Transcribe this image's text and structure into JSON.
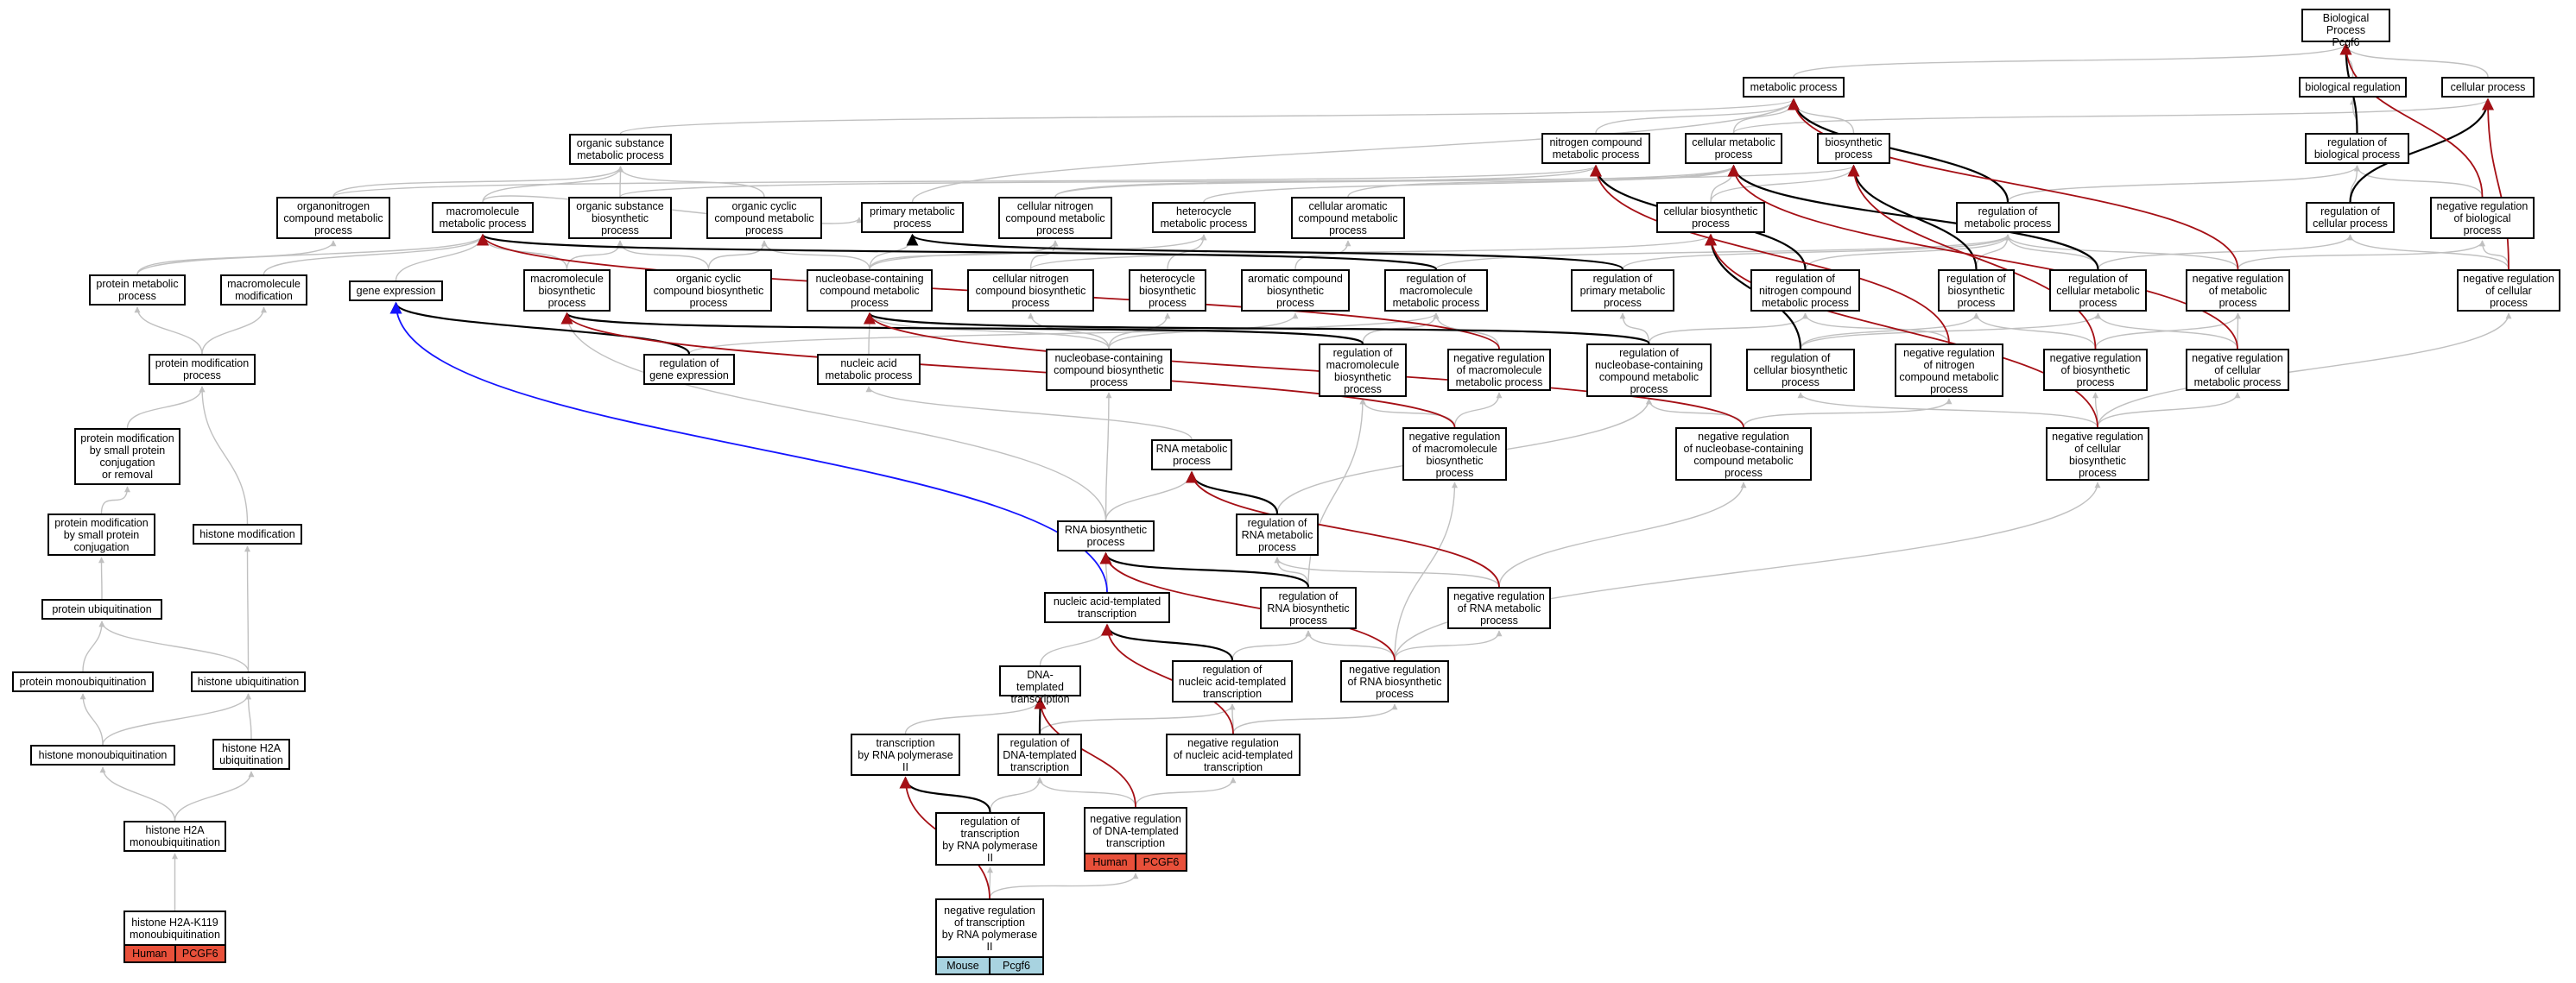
{
  "colors": {
    "gray": "#c0c0c0",
    "black": "#000000",
    "red": "#a50f15",
    "blue": "#1414ff",
    "human": "#e8503a",
    "mouse": "#a8d3e0"
  },
  "nodes": {
    "bp": "Biological Process\nPcgf6",
    "biological_regulation": "biological regulation",
    "cellular_process": "cellular process",
    "metabolic_process": "metabolic process",
    "reg_biological_process": "regulation of\nbiological process",
    "organic_substance_metabolic": "organic substance\nmetabolic process",
    "nitrogen_compound_metabolic": "nitrogen compound\nmetabolic process",
    "cellular_metabolic": "cellular metabolic\nprocess",
    "biosynthetic": "biosynthetic\nprocess",
    "organonitrogen": "organonitrogen\ncompound metabolic\nprocess",
    "macromolecule_metabolic": "macromolecule\nmetabolic process",
    "organic_substance_biosynthetic": "organic substance\nbiosynthetic\nprocess",
    "organic_cyclic_metabolic": "organic cyclic\ncompound metabolic\nprocess",
    "primary_metabolic": "primary metabolic\nprocess",
    "cellular_nitrogen_metabolic": "cellular nitrogen\ncompound metabolic\nprocess",
    "heterocycle_metabolic": "heterocycle\nmetabolic process",
    "cellular_aromatic_metabolic": "cellular aromatic\ncompound metabolic\nprocess",
    "cellular_biosynthetic": "cellular biosynthetic\nprocess",
    "reg_metabolic": "regulation of\nmetabolic process",
    "reg_cellular_process": "regulation of\ncellular process",
    "neg_reg_biological": "negative regulation\nof biological\nprocess",
    "protein_metabolic": "protein metabolic\nprocess",
    "macromolecule_modification": "macromolecule\nmodification",
    "gene_expression": "gene expression",
    "macromolecule_biosynthetic": "macromolecule\nbiosynthetic\nprocess",
    "organic_cyclic_biosynthetic": "organic cyclic\ncompound biosynthetic\nprocess",
    "nucleobase_metabolic": "nucleobase-containing\ncompound metabolic\nprocess",
    "cellular_nitrogen_biosynthetic": "cellular nitrogen\ncompound biosynthetic\nprocess",
    "heterocycle_biosynthetic": "heterocycle\nbiosynthetic\nprocess",
    "aromatic_biosynthetic": "aromatic compound\nbiosynthetic\nprocess",
    "reg_macromolecule_metabolic": "regulation of\nmacromolecule\nmetabolic process",
    "reg_primary_metabolic": "regulation of\nprimary metabolic\nprocess",
    "reg_nitrogen_metabolic": "regulation of\nnitrogen compound\nmetabolic process",
    "reg_biosynthetic": "regulation of\nbiosynthetic\nprocess",
    "reg_cellular_metabolic": "regulation of\ncellular metabolic\nprocess",
    "neg_reg_metabolic": "negative regulation\nof metabolic\nprocess",
    "neg_reg_cellular": "negative regulation\nof cellular\nprocess",
    "protein_modification": "protein modification\nprocess",
    "reg_gene_expression": "regulation of\ngene expression",
    "nucleic_acid_metabolic": "nucleic acid\nmetabolic process",
    "nucleobase_biosynthetic": "nucleobase-containing\ncompound biosynthetic\nprocess",
    "reg_macromolecule_biosynthetic": "regulation of\nmacromolecule\nbiosynthetic\nprocess",
    "neg_reg_macromolecule_metabolic": "negative regulation\nof macromolecule\nmetabolic process",
    "reg_nucleobase_metabolic": "regulation of\nnucleobase-containing\ncompound metabolic\nprocess",
    "reg_cellular_biosynthetic": "regulation of\ncellular biosynthetic\nprocess",
    "neg_reg_nitrogen_metabolic": "negative regulation\nof nitrogen\ncompound metabolic\nprocess",
    "neg_reg_biosynthetic": "negative regulation\nof biosynthetic\nprocess",
    "neg_reg_cellular_metabolic": "negative regulation\nof cellular\nmetabolic process",
    "protein_mod_small_conj_removal": "protein modification\nby small protein\nconjugation\nor removal",
    "rna_metabolic": "RNA metabolic\nprocess",
    "neg_reg_macromolecule_biosynthetic": "negative regulation\nof macromolecule\nbiosynthetic\nprocess",
    "neg_reg_nucleobase_metabolic": "negative regulation\nof nucleobase-containing\ncompound metabolic\nprocess",
    "neg_reg_cellular_biosynthetic": "negative regulation\nof cellular\nbiosynthetic\nprocess",
    "protein_mod_small_conj": "protein modification\nby small protein\nconjugation",
    "histone_modification": "histone modification",
    "reg_rna_metabolic": "regulation of\nRNA metabolic\nprocess",
    "rna_biosynthetic": "RNA biosynthetic\nprocess",
    "protein_ubiquitination": "protein ubiquitination",
    "nucleic_templated_transcription": "nucleic acid-templated\ntranscription",
    "reg_rna_biosynthetic": "regulation of\nRNA biosynthetic\nprocess",
    "neg_reg_rna_metabolic": "negative regulation\nof RNA metabolic\nprocess",
    "protein_monoubiquitination": "protein monoubiquitination",
    "histone_ubiquitination": "histone ubiquitination",
    "dna_templated_transcription": "DNA-templated\ntranscription",
    "reg_nucleic_templated": "regulation of\nnucleic acid-templated\ntranscription",
    "neg_reg_rna_biosynthetic": "negative regulation\nof RNA biosynthetic\nprocess",
    "histone_monoubiquitination": "histone monoubiquitination",
    "histone_h2a_ubiquitination": "histone H2A\nubiquitination",
    "transcription_rnap2": "transcription\nby RNA polymerase\nII",
    "reg_dna_templated": "regulation of\nDNA-templated\ntranscription",
    "neg_reg_nucleic_templated": "negative regulation\nof nucleic acid-templated\ntranscription",
    "reg_transcription_rnap2": "regulation of\ntranscription\nby RNA polymerase\nII",
    "neg_reg_dna_templated": "negative regulation\nof DNA-templated\ntranscription",
    "histone_h2a_monoubiquitination": "histone H2A\nmonoubiquitination",
    "neg_reg_transcription_rnap2": "negative regulation\nof transcription\nby RNA polymerase\nII",
    "histone_h2a_k119": "histone H2A-K119\nmonoubiquitination"
  },
  "annotations": {
    "neg_reg_dna_templated": [
      "Human",
      "PCGF6"
    ],
    "histone_h2a_k119": [
      "Human",
      "PCGF6"
    ],
    "neg_reg_transcription_rnap2": [
      "Mouse",
      "Pcgf6"
    ]
  }
}
